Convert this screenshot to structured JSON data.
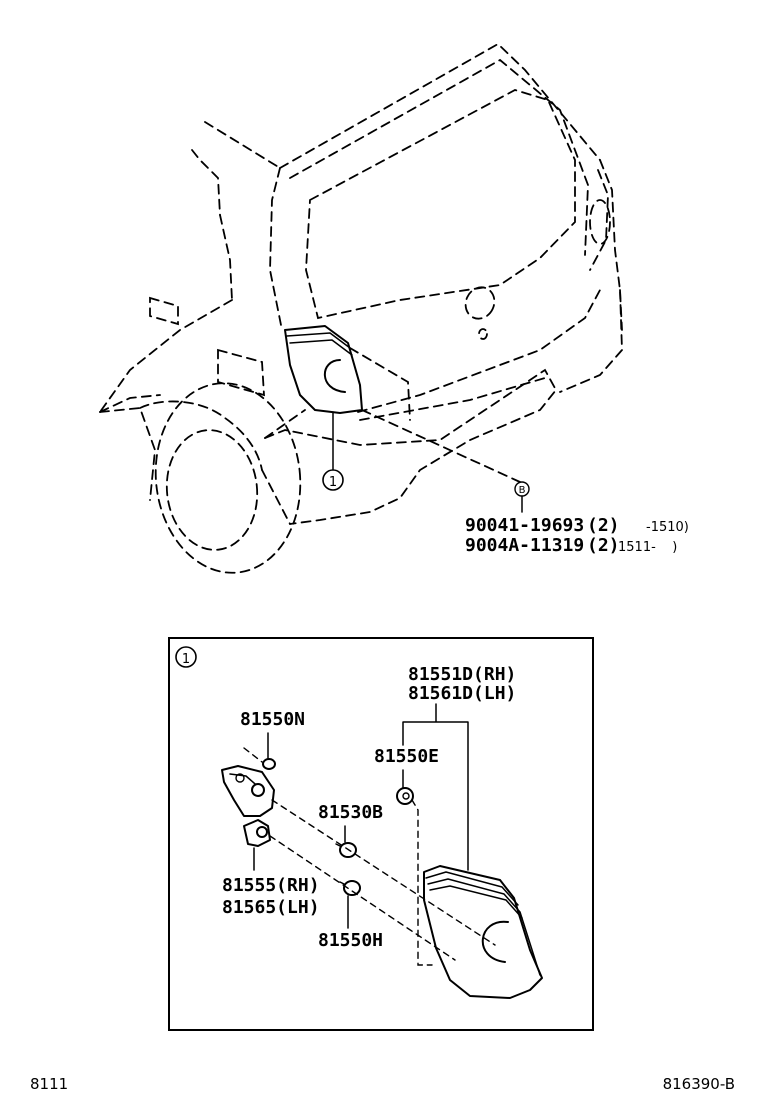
{
  "overview": {
    "callout_1": "1",
    "callout_b": "B",
    "parts": [
      {
        "number": "90041-19693",
        "qty": "(2)",
        "range": "-1510)"
      },
      {
        "number": "9004A-11319",
        "qty": "(2)",
        "range": "1511-    )"
      }
    ]
  },
  "detail": {
    "callout_1": "1",
    "lamp_rh": "81551D(RH)",
    "lamp_lh": "81561D(LH)",
    "bulb_n": "81550N",
    "bulb_e": "81550E",
    "bulb_b": "81530B",
    "socket_rh": "81555(RH)",
    "socket_lh": "81565(LH)",
    "bulb_h": "81550H"
  },
  "footer": {
    "left_code": "8111",
    "right_code": "816390-B"
  }
}
